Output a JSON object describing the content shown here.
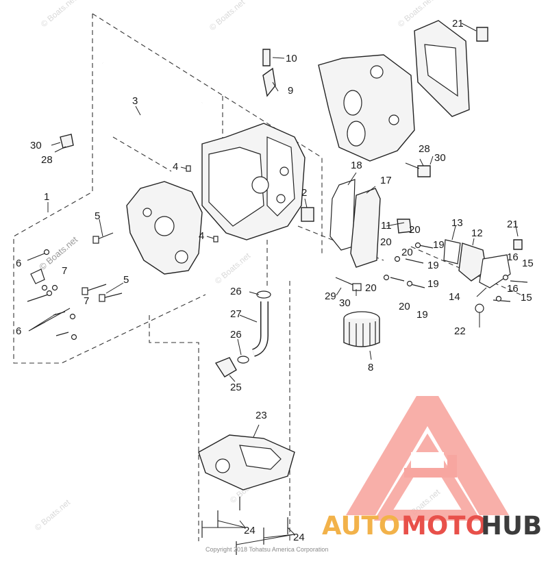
{
  "diagram": {
    "callouts": {
      "c1": "1",
      "c2": "2",
      "c3": "3",
      "c4a": "4",
      "c4b": "4",
      "c5a": "5",
      "c5b": "5",
      "c6a": "6",
      "c6b": "6",
      "c7a": "7",
      "c7b": "7",
      "c8": "8",
      "c9": "9",
      "c10": "10",
      "c11": "11",
      "c12": "12",
      "c13": "13",
      "c14": "14",
      "c15a": "15",
      "c15b": "15",
      "c16a": "16",
      "c16b": "16",
      "c17": "17",
      "c18": "18",
      "c19a": "19",
      "c19b": "19",
      "c19c": "19",
      "c19d": "19",
      "c20a": "20",
      "c20b": "20",
      "c20c": "20",
      "c20d": "20",
      "c20e": "20",
      "c21a": "21",
      "c21b": "21",
      "c22": "22",
      "c23": "23",
      "c24a": "24",
      "c24b": "24",
      "c25": "25",
      "c26a": "26",
      "c26b": "26",
      "c27": "27",
      "c28a": "28",
      "c28b": "28",
      "c29": "29",
      "c30a": "30",
      "c30b": "30",
      "c30c": "30"
    },
    "watermark": "© Boats.net",
    "copyright": "Copyright 2018 Tohatsu America Corporation"
  },
  "logo": {
    "word_auto": "AUTO",
    "word_moto": "MOTO",
    "word_hub": "HUB",
    "colors": {
      "auto": "#f2b24a",
      "moto": "#e8504a",
      "hub": "#3c3c3c",
      "mark": "#f05a5a"
    }
  }
}
